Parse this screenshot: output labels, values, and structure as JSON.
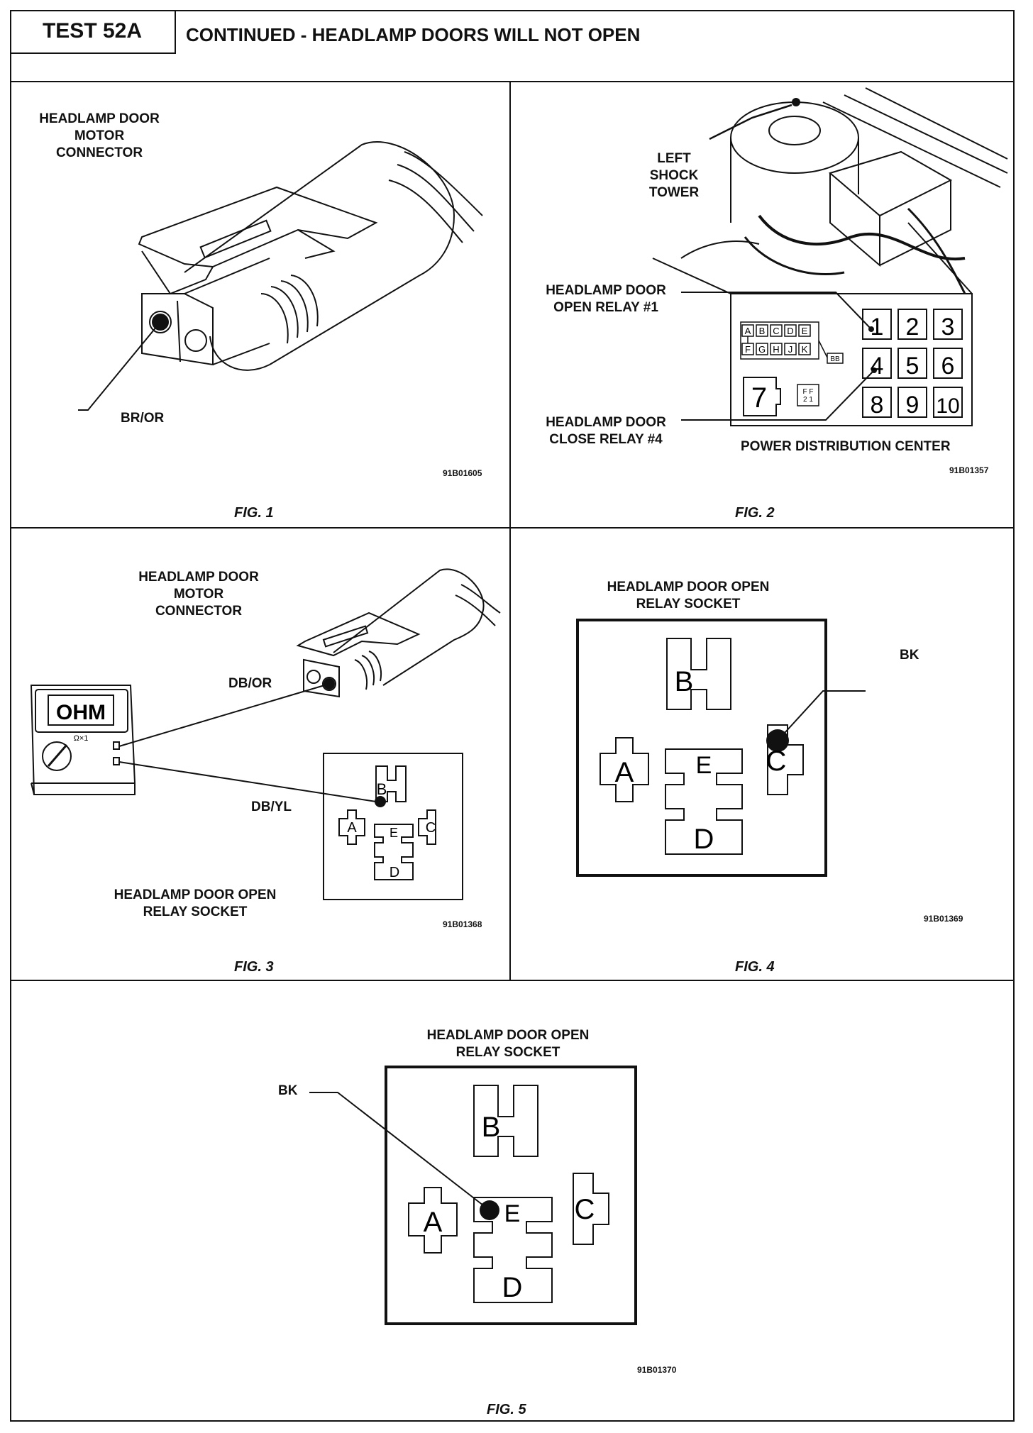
{
  "header": {
    "test_label": "TEST 52A",
    "title": "CONTINUED - HEADLAMP DOORS WILL NOT OPEN"
  },
  "fig1": {
    "title": "HEADLAMP DOOR\nMOTOR\nCONNECTOR",
    "wire": "BR/OR",
    "code": "91B01605",
    "caption": "FIG. 1"
  },
  "fig2": {
    "shock_tower": "LEFT\nSHOCK\nTOWER",
    "open_relay": "HEADLAMP DOOR\nOPEN RELAY #1",
    "close_relay": "HEADLAMP DOOR\nCLOSE RELAY #4",
    "pdc_label": "POWER DISTRIBUTION CENTER",
    "code": "91B01357",
    "caption": "FIG. 2",
    "relays": [
      "1",
      "2",
      "3",
      "4",
      "5",
      "6",
      "8",
      "9",
      "10"
    ],
    "fuses_top": [
      "A",
      "B",
      "C",
      "D",
      "E"
    ],
    "fuses_bottom": [
      "F",
      "G",
      "H",
      "J",
      "K"
    ],
    "fuse_extra": "BB",
    "slot7": "7",
    "ff_label": "F F\n2 1"
  },
  "fig3": {
    "title": "HEADLAMP DOOR\nMOTOR\nCONNECTOR",
    "wire1": "DB/OR",
    "wire2": "DB/YL",
    "meter": "OHM",
    "meter_range": "Ω×1",
    "socket_label": "HEADLAMP DOOR OPEN\nRELAY SOCKET",
    "code": "91B01368",
    "caption": "FIG. 3"
  },
  "fig4": {
    "title": "HEADLAMP DOOR OPEN\nRELAY SOCKET",
    "wire": "BK",
    "code": "91B01369",
    "caption": "FIG. 4"
  },
  "fig5": {
    "title": "HEADLAMP DOOR OPEN\nRELAY SOCKET",
    "wire": "BK",
    "code": "91B01370",
    "caption": "FIG. 5"
  },
  "socket_pins": {
    "a": "A",
    "b": "B",
    "c": "C",
    "d": "D",
    "e": "E"
  }
}
